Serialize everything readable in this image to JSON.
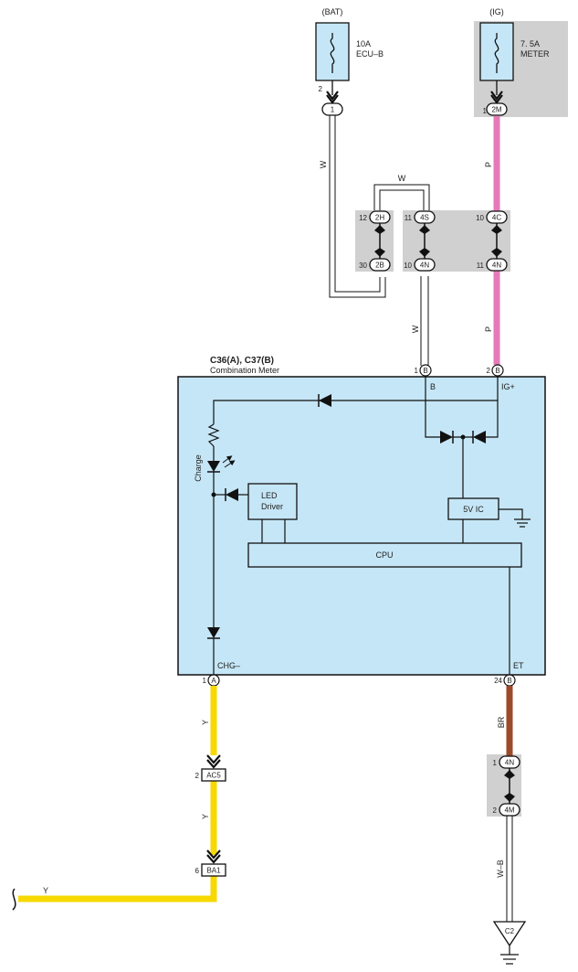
{
  "power": {
    "bat": {
      "label": "(BAT)",
      "fuse_rating": "10A",
      "fuse_name": "ECU–B",
      "pin": "2",
      "conn": "1"
    },
    "ig": {
      "label": "(IG)",
      "fuse_rating": "7. 5A",
      "fuse_name": "METER",
      "pin": "1",
      "conn": "2M"
    }
  },
  "wire_colors": {
    "W": "W",
    "P": "P",
    "Y": "Y",
    "BR": "BR",
    "WB": "W–B"
  },
  "junctions": {
    "j1_top": {
      "pin": "12",
      "conn": "2H"
    },
    "j1_bot": {
      "pin": "30",
      "conn": "2B"
    },
    "j2a_top": {
      "pin": "11",
      "conn": "4S"
    },
    "j2a_bot": {
      "pin": "10",
      "conn": "4N"
    },
    "j2b_top": {
      "pin": "10",
      "conn": "4C"
    },
    "j2b_bot": {
      "pin": "11",
      "conn": "4N"
    },
    "j3_top": {
      "pin": "1",
      "conn": "4N"
    },
    "j3_bot": {
      "pin": "2",
      "conn": "4M"
    }
  },
  "meter": {
    "code": "C36(A), C37(B)",
    "name": "Combination Meter",
    "pin_b_num": "1",
    "pin_b_letter": "B",
    "pin_b_sig": "B",
    "pin_ig_num": "2",
    "pin_ig_letter": "B",
    "pin_ig_sig": "IG+",
    "pin_chg_num": "1",
    "pin_chg_letter": "A",
    "pin_chg_sig": "CHG–",
    "pin_et_num": "24",
    "pin_et_letter": "B",
    "pin_et_sig": "ET",
    "led_label": "Charge",
    "led_driver_line1": "LED",
    "led_driver_line2": "Driver",
    "regulator": "5V IC",
    "cpu": "CPU"
  },
  "connectors": {
    "ac5": {
      "pin": "2",
      "name": "AC5"
    },
    "ba1": {
      "pin": "6",
      "name": "BA1"
    }
  },
  "ground": {
    "name": "C2"
  },
  "colors": {
    "meter_fill": "#c5e6f6",
    "fuse_fill": "#c5e6f6",
    "junction_fill": "#d0d0d0",
    "wire_p": "#e57ab8",
    "wire_y": "#f7d800",
    "wire_br": "#9c4a2a"
  }
}
